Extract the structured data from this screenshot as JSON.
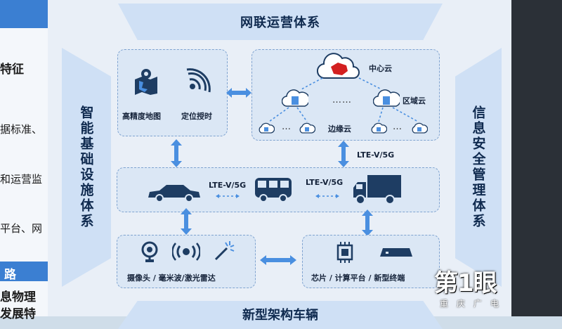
{
  "left_panel": {
    "lines": [
      "特征",
      "据标准、",
      "和运营监",
      "平台、网"
    ],
    "bar_title": "路",
    "bottom_lines": [
      "息物理",
      "发展特"
    ]
  },
  "slide": {
    "top_title": "网联运营体系",
    "bottom_title": "新型架构车辆",
    "left_title": "智能基础设施体系",
    "right_title": "信息安全管理体系",
    "map_box": {
      "hd_map_label": "高精度地图",
      "positioning_label": "定位授时"
    },
    "cloud_box": {
      "center_cloud_label": "中心云",
      "region_cloud_label": "区域云",
      "edge_cloud_label": "边缘云",
      "ellipsis": "……",
      "ellipsis_short": "…"
    },
    "link_label_right": "LTE-V/5G",
    "vehicle_box": {
      "link_label_1": "LTE-V/5G",
      "link_label_2": "LTE-V/5G"
    },
    "sensor_box": {
      "label": "摄像头 / 毫米波/激光雷达"
    },
    "compute_box": {
      "label": "芯片 / 计算平台 / 新型终端"
    }
  },
  "watermark": {
    "main": "第1眼",
    "sub": "重庆广电"
  },
  "colors": {
    "accent": "#3b7fd2",
    "arrow": "#4a8fe0",
    "dark_text": "#15233a"
  }
}
